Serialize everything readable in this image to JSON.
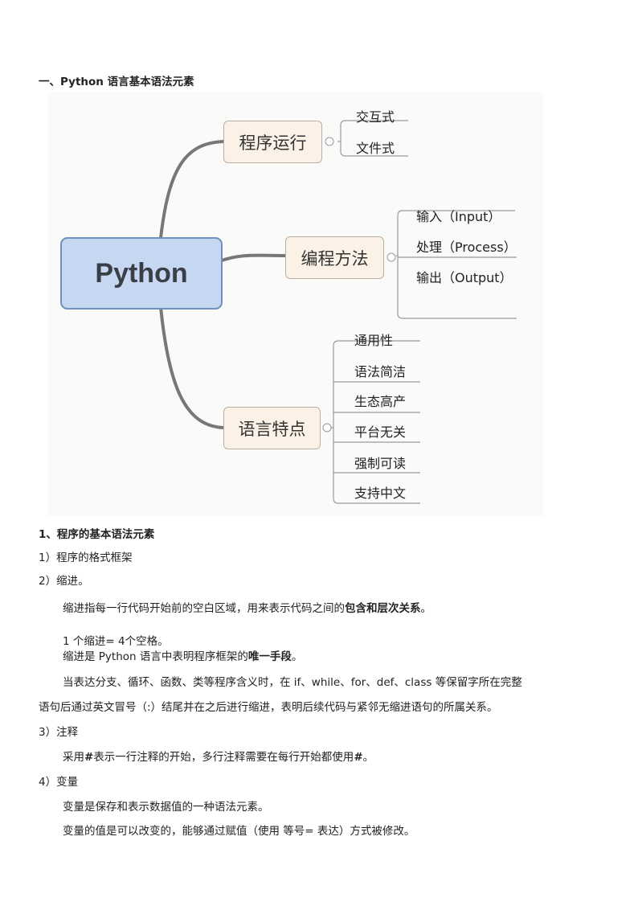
{
  "heading": "一、Python 语言基本语法元素",
  "mindmap": {
    "root": "Python",
    "branches": [
      {
        "label": "程序运行",
        "leaves": [
          "交互式",
          "文件式"
        ]
      },
      {
        "label": "编程方法",
        "leaves": [
          "输入（Input）",
          "处理（Process）",
          "输出（Output）"
        ]
      },
      {
        "label": "语言特点",
        "leaves": [
          "通用性",
          "语法简洁",
          "生态高产",
          "平台无关",
          "强制可读",
          "支持中文"
        ]
      }
    ]
  },
  "section1": "1、程序的基本语法元素",
  "item1": "1）程序的格式框架",
  "item2": "2）缩进。",
  "indent_p1_a": "缩进指每一行代码开始前的空白区域，用来表示代码之间的",
  "indent_p1_b": "包含和层次关系",
  "indent_p1_c": "。",
  "indent_p2": "1 个缩进= 4个空格。",
  "indent_p3_a": "缩进是 Python 语言中表明程序框架的",
  "indent_p3_b": "唯一手段",
  "indent_p3_c": "。",
  "indent_p4_l1": "当表达分支、循环、函数、类等程序含义时，在 if、while、for、def、class 等保留字所在完整",
  "indent_p4_l2": "语句后通过英文冒号（:）结尾并在之后进行缩进，表明后续代码与紧邻无缩进语句的所属关系。",
  "item3": "3）注释",
  "comment_a": "采用",
  "comment_b": "#",
  "comment_c": "表示一行注释的开始，多行注释需要在每行开始都使用",
  "comment_d": "#",
  "comment_e": "。",
  "item4": "4）变量",
  "var_p1": "变量是保存和表示数据值的一种语法元素。",
  "var_p2": "变量的值是可以改变的，能够通过赋值（使用 等号= 表达）方式被修改。"
}
